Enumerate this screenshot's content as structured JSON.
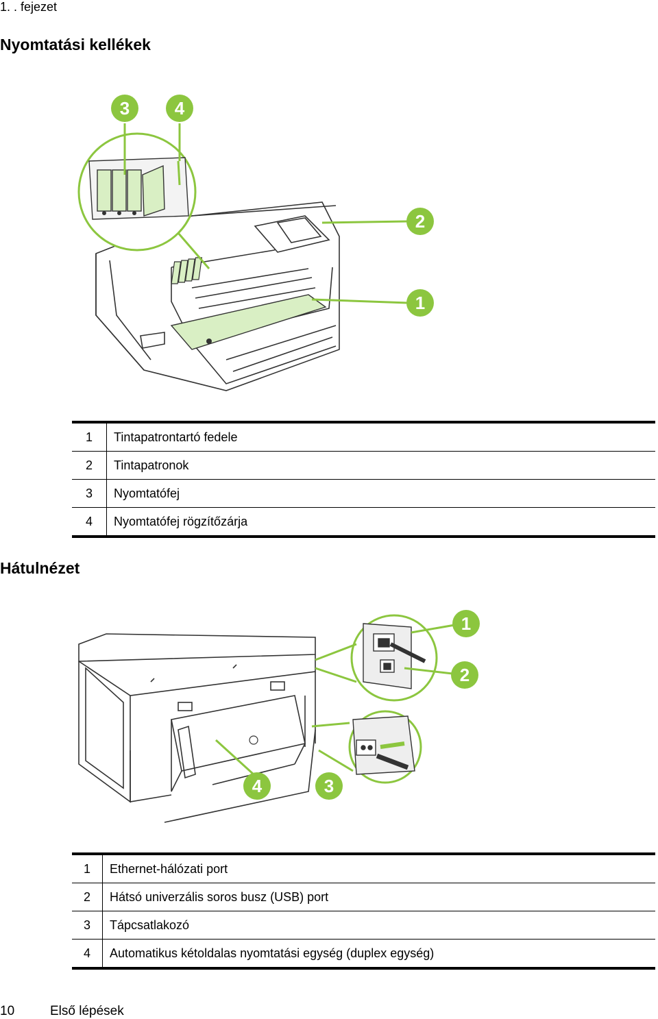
{
  "header": {
    "chapter": "1. . fejezet"
  },
  "section1": {
    "title": "Nyomtatási kellékek",
    "callouts": [
      "3",
      "4",
      "2",
      "1"
    ],
    "legend": [
      {
        "num": "1",
        "text": "Tintapatrontartó fedele"
      },
      {
        "num": "2",
        "text": "Tintapatronok"
      },
      {
        "num": "3",
        "text": "Nyomtatófej"
      },
      {
        "num": "4",
        "text": "Nyomtatófej rögzítőzárja"
      }
    ]
  },
  "section2": {
    "title": "Hátulnézet",
    "callouts": [
      "1",
      "2",
      "4",
      "3"
    ],
    "legend": [
      {
        "num": "1",
        "text": "Ethernet-hálózati port"
      },
      {
        "num": "2",
        "text": "Hátsó univerzális soros busz (USB) port"
      },
      {
        "num": "3",
        "text": "Tápcsatlakozó"
      },
      {
        "num": "4",
        "text": "Automatikus kétoldalas nyomtatási egység (duplex egység)"
      }
    ]
  },
  "footer": {
    "page_number": "10",
    "section": "Első lépések"
  },
  "colors": {
    "callout_green": "#8cc63f",
    "highlight_green": "#d9efc4",
    "line_gray": "#333333"
  }
}
